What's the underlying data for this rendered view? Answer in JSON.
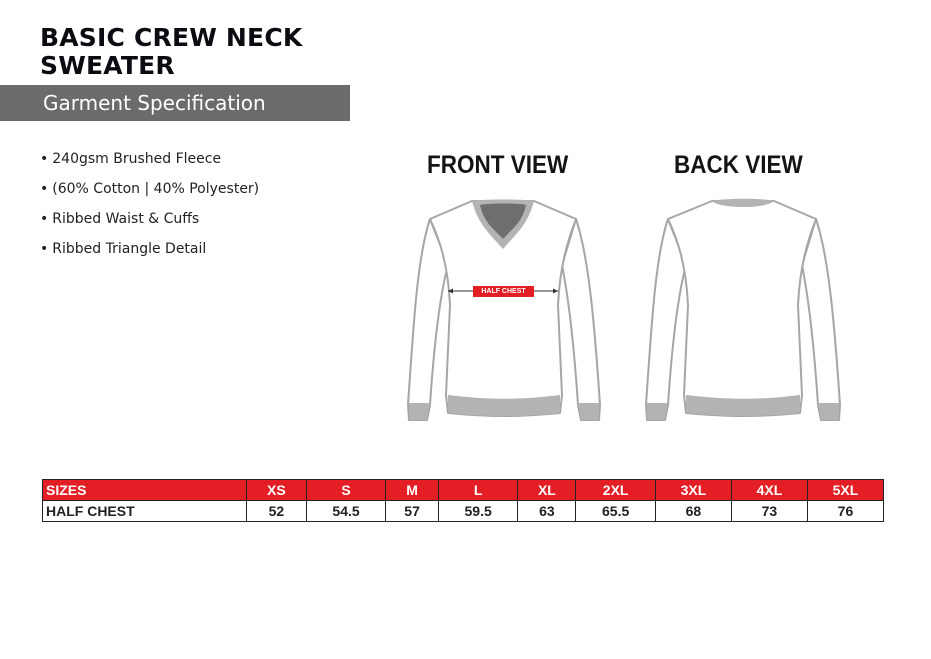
{
  "header": {
    "title_line1": "BASIC CREW NECK",
    "title_line2": "SWEATER",
    "subtitle": "Garment Specification"
  },
  "features": [
    "240gsm Brushed Fleece",
    "(60% Cotton | 40% Polyester)",
    "Ribbed Waist & Cuffs",
    "Ribbed Triangle Detail"
  ],
  "views": {
    "front_label": "FRONT VIEW",
    "back_label": "BACK VIEW",
    "measurement_label": "HALF CHEST"
  },
  "colors": {
    "accent_red": "#e31e24",
    "subtitle_bar": "#6b6b6b",
    "garment_outline": "#a6a6a6",
    "rib_fill": "#b3b3b3",
    "neck_fill": "#6e6e6e"
  },
  "size_table": {
    "header_label": "SIZES",
    "sizes": [
      "XS",
      "S",
      "M",
      "L",
      "XL",
      "2XL",
      "3XL",
      "4XL",
      "5XL"
    ],
    "rows": [
      {
        "label": "HALF CHEST",
        "values": [
          "52",
          "54.5",
          "57",
          "59.5",
          "63",
          "65.5",
          "68",
          "73",
          "76"
        ]
      }
    ]
  }
}
